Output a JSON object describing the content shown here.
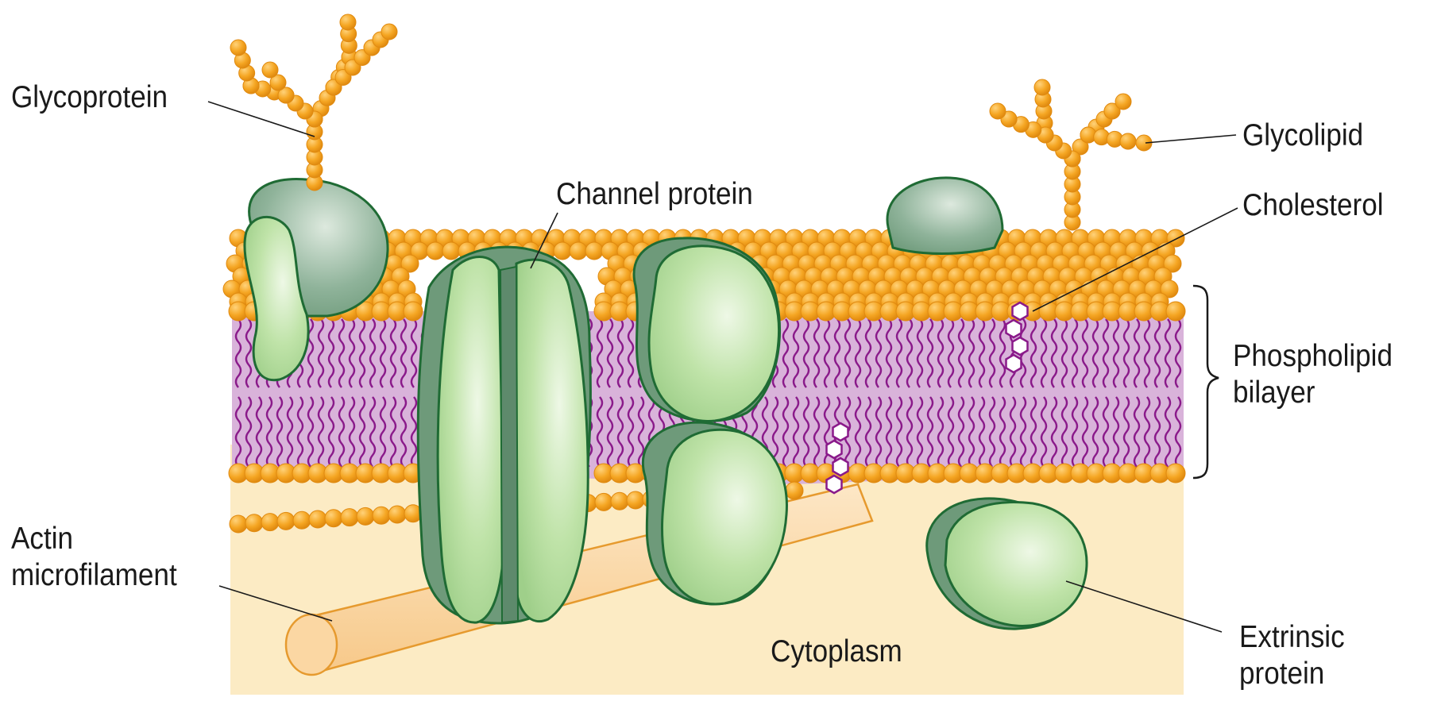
{
  "labels": {
    "glycoprotein": "Glycoprotein",
    "glycolipid": "Glycolipid",
    "channel_protein": "Channel protein",
    "cholesterol": "Cholesterol",
    "phospholipid_line1": "Phospholipid",
    "phospholipid_line2": "bilayer",
    "actin_line1": "Actin",
    "actin_line2": "microfilament",
    "cytoplasm": "Cytoplasm",
    "extrinsic_line1": "Extrinsic",
    "extrinsic_line2": "protein"
  },
  "colors": {
    "phosphate_head": "#F5A623",
    "head_edge": "#E08A10",
    "tail": "#8A1A8A",
    "bilayer_core": "#D9B3DA",
    "protein_light": "#BFE3A8",
    "protein_dark": "#6E9A7A",
    "protein_edge": "#1F6B34",
    "cytoplasm": "#FCEBC4",
    "actin": "#FBD7A3"
  }
}
